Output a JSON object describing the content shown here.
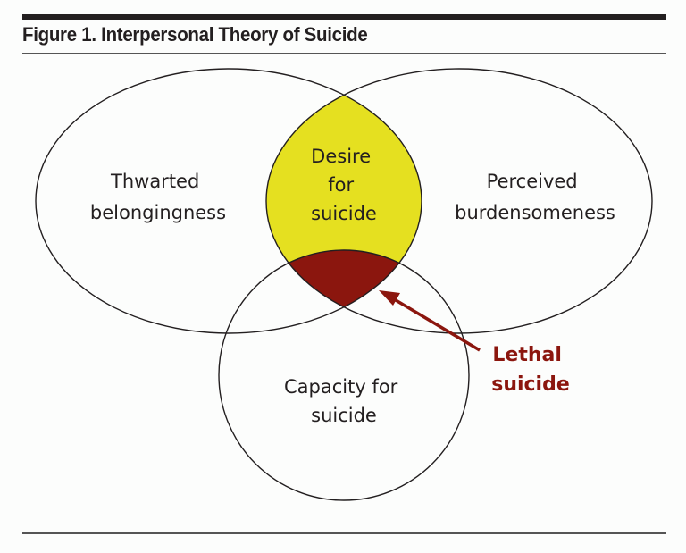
{
  "figure": {
    "title": "Figure 1. Interpersonal Theory of Suicide"
  },
  "colors": {
    "desire_fill": "#e5e020",
    "lethal_fill": "#8b160e",
    "outline": "#231f20",
    "arrow": "#8b160e"
  },
  "sets": [
    {
      "id": "thwarted",
      "lines": [
        "Thwarted",
        "belongingness"
      ]
    },
    {
      "id": "burden",
      "lines": [
        "Perceived",
        "burdensomeness"
      ]
    },
    {
      "id": "capacity",
      "lines": [
        "Capacity for",
        "suicide"
      ]
    }
  ],
  "intersections": {
    "desire": {
      "lines": [
        "Desire",
        "for",
        "suicide"
      ],
      "of": [
        "thwarted",
        "burden"
      ]
    },
    "lethal": {
      "lines": [
        "Lethal",
        "suicide"
      ],
      "of": [
        "thwarted",
        "burden",
        "capacity"
      ]
    }
  }
}
